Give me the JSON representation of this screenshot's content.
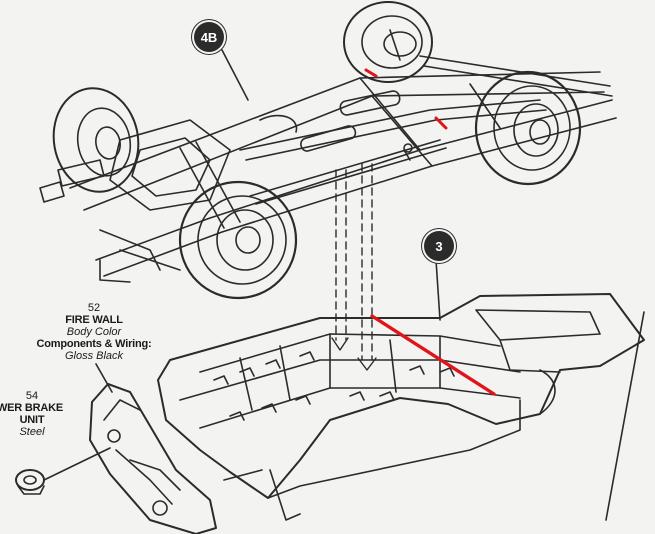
{
  "steps": {
    "chassis": "4B",
    "floor_pan": "3"
  },
  "parts": {
    "fire_wall": {
      "number": "52",
      "name": "FIRE WALL",
      "color": "Body Color",
      "sub_name": "Components & Wiring:",
      "sub_color": "Gloss Black"
    },
    "brake_unit": {
      "number": "54",
      "name_line1": "WER BRAKE",
      "name_line2": "UNIT",
      "color": "Steel"
    }
  },
  "colors": {
    "line_art": "#2b2b2b",
    "highlight": "#e0141a",
    "paper": "#f3f3f1"
  }
}
